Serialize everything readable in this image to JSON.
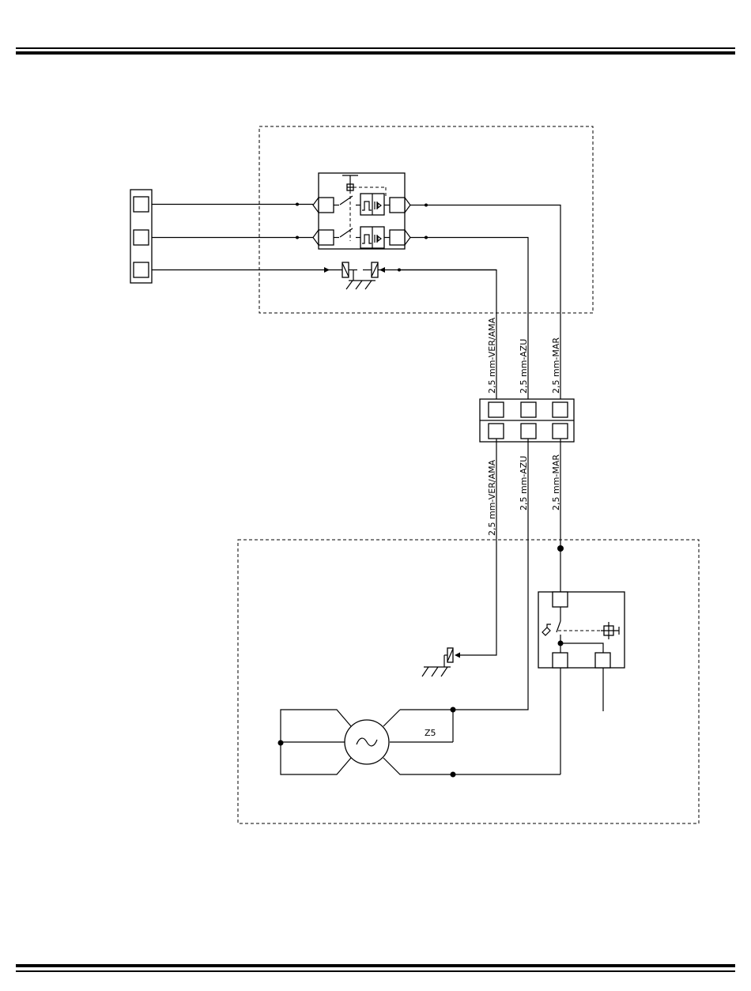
{
  "wire_labels": {
    "top_left": "2,5 mm-VER/AMA",
    "top_mid": "2,5 mm-AZU",
    "top_right": "2,5 mm-MAR",
    "bottom_left": "2,5 mm-VER/AMA",
    "bottom_mid": "2,5 mm-AZU",
    "bottom_right": "2,5 mm-MAR"
  },
  "components": {
    "z5_label": "Z5"
  },
  "colors": {
    "line": "#000000",
    "background": "#ffffff"
  }
}
